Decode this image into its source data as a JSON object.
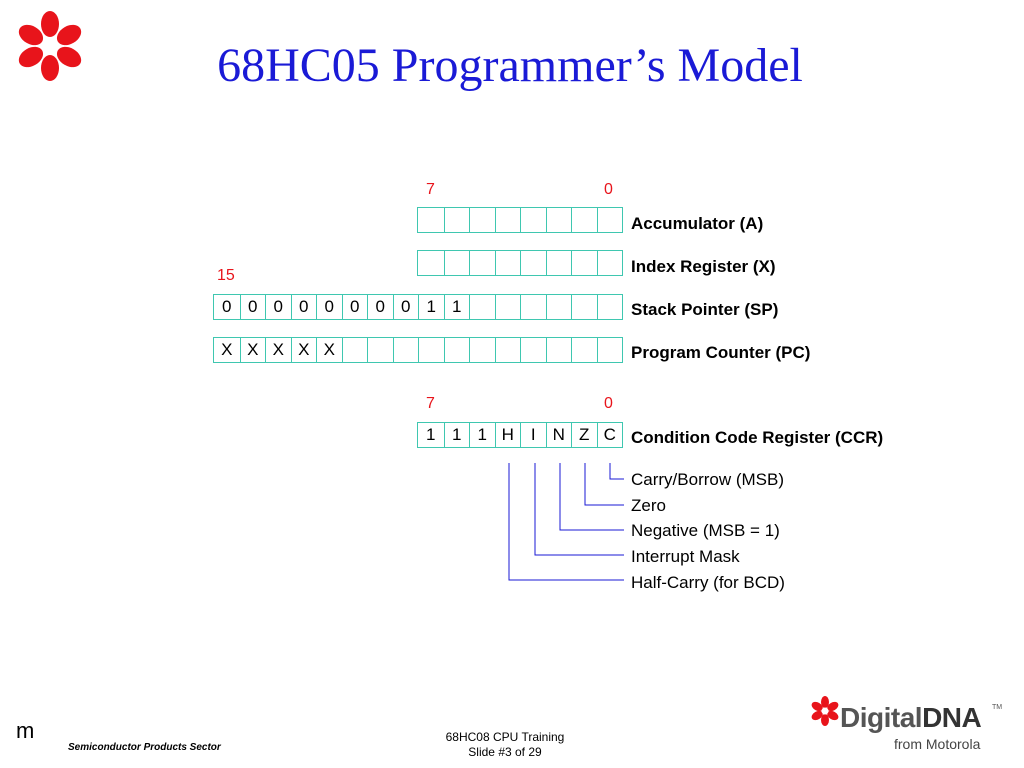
{
  "slide": {
    "title": "68HC05 Programmer’s Model"
  },
  "colors": {
    "title": "#1a1ad6",
    "bit_numbers": "#e8141b",
    "register_border": "#3fc7b0",
    "connector_lines": "#1a1ad6",
    "logo_red": "#e8141b"
  },
  "bit_numbers": {
    "upper_high": "7",
    "upper_low": "0",
    "sp_high": "15",
    "ccr_high": "7",
    "ccr_low": "0"
  },
  "registers": [
    {
      "label": "Accumulator (A)",
      "cells": [
        "",
        "",
        "",
        "",
        "",
        "",
        "",
        ""
      ]
    },
    {
      "label": "Index Register (X)",
      "cells": [
        "",
        "",
        "",
        "",
        "",
        "",
        "",
        ""
      ]
    },
    {
      "label": "Stack Pointer (SP)",
      "cells": [
        "0",
        "0",
        "0",
        "0",
        "0",
        "0",
        "0",
        "0",
        "1",
        "1",
        "",
        "",
        "",
        "",
        "",
        ""
      ]
    },
    {
      "label": "Program Counter (PC)",
      "cells": [
        "X",
        "X",
        "X",
        "X",
        "X",
        "",
        "",
        "",
        "",
        "",
        "",
        "",
        "",
        "",
        "",
        ""
      ]
    },
    {
      "label": "Condition Code Register (CCR)",
      "cells": [
        "1",
        "1",
        "1",
        "H",
        "I",
        "N",
        "Z",
        "C"
      ]
    }
  ],
  "ccr_flags": [
    {
      "label": "Carry/Borrow (MSB)"
    },
    {
      "label": "Zero"
    },
    {
      "label": "Negative (MSB = 1)"
    },
    {
      "label": "Interrupt Mask"
    },
    {
      "label": "Half-Carry (for BCD)"
    }
  ],
  "footer": {
    "m_mark": "m",
    "sector": "Semiconductor Products Sector",
    "course": "68HC08 CPU Training",
    "slide_no": "Slide #3 of 29"
  },
  "brand": {
    "logo_word_1": "Digital",
    "logo_word_2": "DNA",
    "tm": "TM",
    "logo_sub": "from Motorola",
    "logo_icon": "red-flower-icon"
  }
}
